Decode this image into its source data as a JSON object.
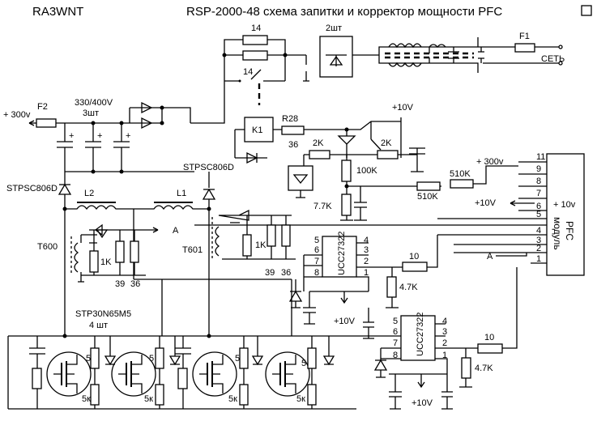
{
  "header": {
    "author": "RA3WNT",
    "title": "RSP-2000-48 схема  запитки и корректор мощности PFC"
  },
  "labels": {
    "relay_r1": "14",
    "relay_r2": "14",
    "bridge_qty": "2шт",
    "fuse_f1": "F1",
    "mains": "СЕТЬ",
    "out_300v": "+ 300v",
    "fuse_f2": "F2",
    "caps_rating": "330/400V",
    "caps_qty": "3шт",
    "relay_k1": "K1",
    "r28": "R28",
    "r28_val": "36",
    "plus10v_top": "+10V",
    "r_2k_a": "2K",
    "r_2k_b": "2K",
    "r_100k": "100K",
    "r_7_7k": "7.7K",
    "r_510k_a": "510K",
    "r_510k_b": "510K",
    "pfc_300v": "+ 300v",
    "pfc_10v_in": "+10V",
    "pfc_10v_pin": "+ 10v",
    "pfc_name": "PFC",
    "pfc_module": "модуль",
    "diode_stpsc_left": "STPSC806D",
    "diode_stpsc_right": "STPSC806D",
    "choke_l2": "L2",
    "choke_l1": "L1",
    "t600": "T600",
    "t601": "T601",
    "r_1k_a": "1K",
    "r_1k_b": "1K",
    "r_39_a": "39",
    "r_36_a": "36",
    "r_39_b": "39",
    "r_36_b": "36",
    "out_a_left": "A",
    "in_a_pfc": "A",
    "drv_1": "UCC27322",
    "drv_2": "UCC27322",
    "r10_a": "10",
    "r10_b": "10",
    "r_4_7k_a": "4.7K",
    "r_4_7k_b": "4.7K",
    "plus10v_mid": "+10V",
    "plus10v_bot": "+10V",
    "mosfet_type": "STP30N65M5",
    "mosfet_qty": "4 шт",
    "gate_5_1": "5",
    "gate_5_2": "5",
    "gate_5_3": "5",
    "gate_5_4": "5",
    "gate_5k_1": "5к",
    "gate_5k_2": "5к",
    "gate_5k_3": "5к",
    "gate_5k_4": "5к",
    "pins": {
      "p11": "11",
      "p9": "9",
      "p8": "8",
      "p7": "7",
      "p6": "6",
      "p5": "5",
      "p4": "4",
      "p3": "3",
      "p2": "2",
      "p1": "1"
    },
    "u1pins": {
      "p5": "5",
      "p6": "6",
      "p7": "7",
      "p8": "8",
      "p4": "4",
      "p3": "3",
      "p2": "2",
      "p1": "1"
    },
    "u2pins": {
      "p5": "5",
      "p6": "6",
      "p7": "7",
      "p8": "8",
      "p4": "4",
      "p3": "3",
      "p2": "2",
      "p1": "1"
    }
  }
}
